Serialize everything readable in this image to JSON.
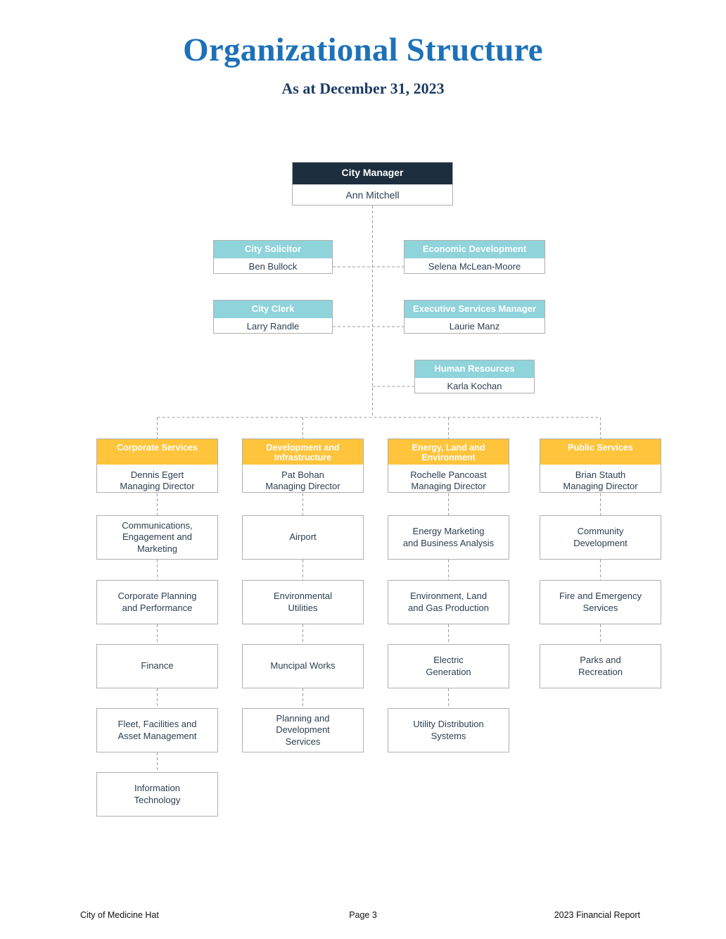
{
  "page": {
    "title": "Organizational Structure",
    "subtitle": "As at December 31, 2023"
  },
  "colors": {
    "title_blue": "#1D71B8",
    "subtitle_navy": "#1B3C63",
    "root_header": "#1D2E3F",
    "staff_header": "#8FD3DB",
    "division_header": "#FDC43C",
    "box_border": "#AFAFAF",
    "body_text": "#2C3E50",
    "connector": "#9A9A9A"
  },
  "chart_data": {
    "type": "org-chart",
    "title": "Organizational Structure",
    "subtitle": "As at December 31, 2023",
    "root": {
      "header": "City Manager",
      "name": "Ann Mitchell"
    },
    "staff": [
      {
        "header": "City Solicitor",
        "name": "Ben Bullock",
        "side": "left",
        "row": 1
      },
      {
        "header": "Economic Development",
        "name": "Selena McLean-Moore",
        "side": "right",
        "row": 1
      },
      {
        "header": "City Clerk",
        "name": "Larry Randle",
        "side": "left",
        "row": 2
      },
      {
        "header": "Executive Services Manager",
        "name": "Laurie Manz",
        "side": "right",
        "row": 2
      },
      {
        "header": "Human Resources",
        "name": "Karla Kochan",
        "side": "right",
        "row": 3
      }
    ],
    "divisions": [
      {
        "header": "Corporate\nServices",
        "lead": "Dennis Egert\nManaging Director",
        "children": [
          "Communications,\nEngagement and\nMarketing",
          "Corporate Planning\nand Performance",
          "Finance",
          "Fleet, Facilities and\nAsset Management",
          "Information\nTechnology"
        ]
      },
      {
        "header": "Development and\nInfrastructure",
        "lead": "Pat Bohan\nManaging Director",
        "children": [
          "Airport",
          "Environmental\nUtilities",
          "Muncipal Works",
          "Planning and\nDevelopment\nServices"
        ]
      },
      {
        "header": "Energy, Land and\nEnvironment",
        "lead": "Rochelle Pancoast\nManaging Director",
        "children": [
          "Energy Marketing\nand Business Analysis",
          "Environment, Land\nand Gas Production",
          "Electric\nGeneration",
          "Utility Distribution\nSystems"
        ]
      },
      {
        "header": "Public\nServices",
        "lead": "Brian Stauth\nManaging Director",
        "children": [
          "Community\nDevelopment",
          "Fire and Emergency\nServices",
          "Parks and\nRecreation"
        ]
      }
    ]
  },
  "footer": {
    "left": "City of Medicine Hat",
    "center": "Page 3",
    "right": "2023 Financial Report"
  }
}
